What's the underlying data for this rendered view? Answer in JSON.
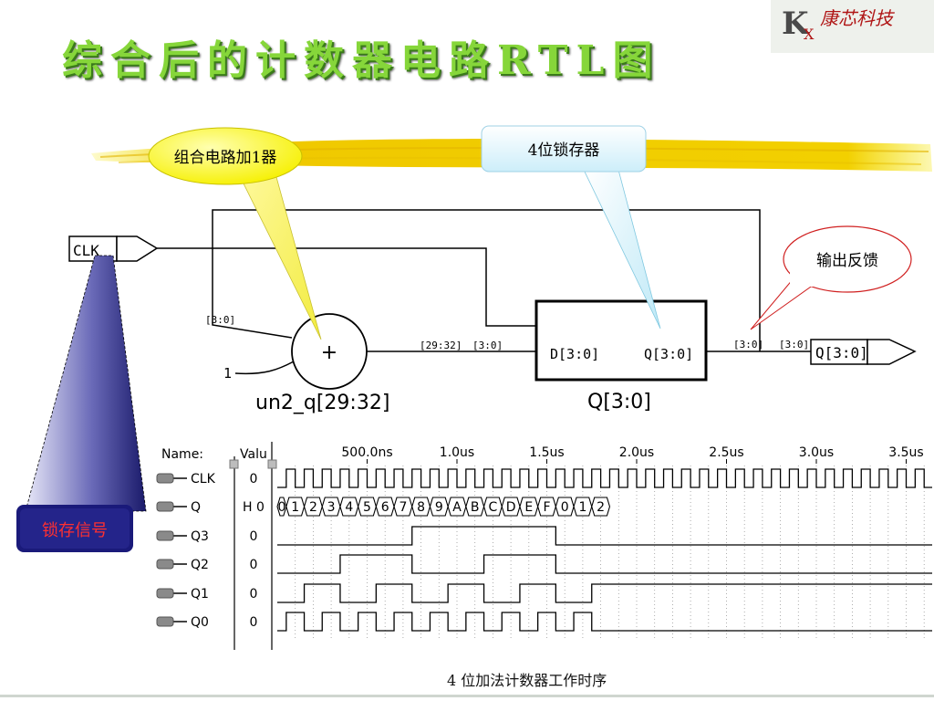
{
  "title": "综合后的计数器电路RTL图",
  "logo": {
    "k": "K",
    "x": "X",
    "company": "康芯科技"
  },
  "callouts": {
    "adder": "组合电路加1器",
    "latch": "4位锁存器",
    "feedback": "输出反馈",
    "latch_signal": "锁存信号"
  },
  "rtl": {
    "clk_port": "CLK",
    "adder_label": "un2_q[29:32]",
    "adder_symbol": "+",
    "adder_in_bus": "[3:0]",
    "const_one": "1",
    "sum_bus": "[29:32]",
    "sum_bus_b": "[3:0]",
    "reg_d": "D[3:0]",
    "reg_q": "Q[3:0]",
    "reg_label": "Q[3:0]",
    "out_bus_a": "[3:0]",
    "out_bus_b": "[3:0]",
    "out_port": "Q[3:0]"
  },
  "waveform": {
    "name_header": "Name:",
    "value_header": "Valu",
    "time_marks": [
      "500.0ns",
      "1.0us",
      "1.5us",
      "2.0us",
      "2.5us",
      "3.0us",
      "3.5us"
    ],
    "signals": [
      {
        "name": "CLK",
        "value": "0"
      },
      {
        "name": "Q",
        "value": "H 0"
      },
      {
        "name": "Q3",
        "value": "0"
      },
      {
        "name": "Q2",
        "value": "0"
      },
      {
        "name": "Q1",
        "value": "0"
      },
      {
        "name": "Q0",
        "value": "0"
      }
    ],
    "q_values": [
      "0",
      "1",
      "2",
      "3",
      "4",
      "5",
      "6",
      "7",
      "8",
      "9",
      "A",
      "B",
      "C",
      "D",
      "E",
      "F",
      "0",
      "1",
      "2"
    ],
    "caption": "4 位加法计数器工作时序"
  },
  "colors": {
    "title": "#86d63a",
    "callout_adder": "#ffff66",
    "callout_latch": "#e6f8ff",
    "callout_signal": "#1a1a7a",
    "logo_red": "#b01616"
  }
}
